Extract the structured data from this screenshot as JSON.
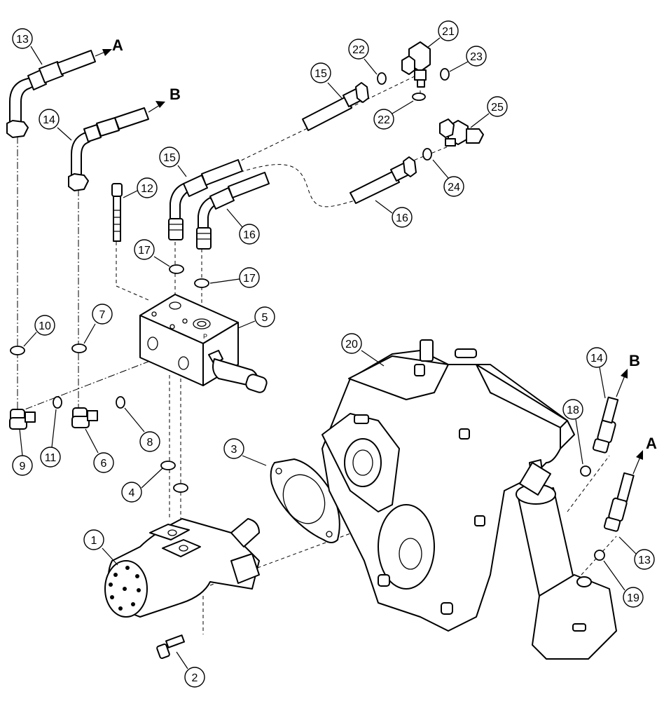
{
  "diagram": {
    "callouts": [
      {
        "id": "c13a",
        "label": "13"
      },
      {
        "id": "c14a",
        "label": "14"
      },
      {
        "id": "c15a",
        "label": "15"
      },
      {
        "id": "c22a",
        "label": "22"
      },
      {
        "id": "c21",
        "label": "21"
      },
      {
        "id": "c23",
        "label": "23"
      },
      {
        "id": "c22b",
        "label": "22"
      },
      {
        "id": "c25",
        "label": "25"
      },
      {
        "id": "c15b",
        "label": "15"
      },
      {
        "id": "c12",
        "label": "12"
      },
      {
        "id": "c16a",
        "label": "16"
      },
      {
        "id": "c24",
        "label": "24"
      },
      {
        "id": "c16b",
        "label": "16"
      },
      {
        "id": "c17a",
        "label": "17"
      },
      {
        "id": "c17b",
        "label": "17"
      },
      {
        "id": "c10",
        "label": "10"
      },
      {
        "id": "c7",
        "label": "7"
      },
      {
        "id": "c5",
        "label": "5"
      },
      {
        "id": "c20",
        "label": "20"
      },
      {
        "id": "c14b",
        "label": "14"
      },
      {
        "id": "c18",
        "label": "18"
      },
      {
        "id": "c9",
        "label": "9"
      },
      {
        "id": "c11",
        "label": "11"
      },
      {
        "id": "c6",
        "label": "6"
      },
      {
        "id": "c8",
        "label": "8"
      },
      {
        "id": "c3",
        "label": "3"
      },
      {
        "id": "c4",
        "label": "4"
      },
      {
        "id": "c1",
        "label": "1"
      },
      {
        "id": "c13b",
        "label": "13"
      },
      {
        "id": "c19",
        "label": "19"
      },
      {
        "id": "c2",
        "label": "2"
      }
    ],
    "flow_labels": {
      "a_top": "A",
      "b_top": "B",
      "b_right": "B",
      "a_right": "A"
    },
    "port_label": "P"
  }
}
